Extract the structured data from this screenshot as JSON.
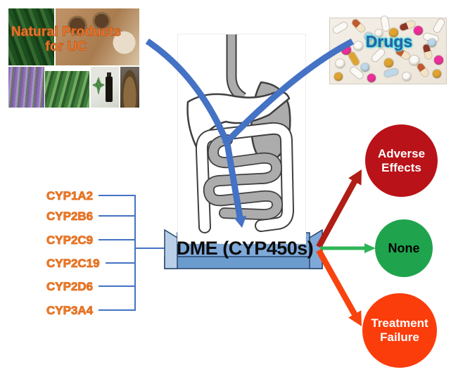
{
  "diagram": {
    "natural_products": {
      "label_line1": "Natural Products",
      "label_line2": "for UC",
      "text_color": "#ED7D31",
      "photos": [
        "cannabis-leaves",
        "turmeric-bowls",
        "lavender",
        "aloe-vera",
        "hemp-oil-bottle",
        "singing-bowls"
      ]
    },
    "drugs": {
      "label": "Drugs",
      "text_color": "#2E5CA6",
      "highlight_color": "#3FD9D9",
      "pill_colors": [
        "#FBF9F5",
        "#EE2D9B",
        "#DFA42F",
        "#BCD8EA",
        "#C05A2E",
        "#8E3526",
        "#EDD2A8",
        "#F3E4C4"
      ]
    },
    "enzymes": [
      "CYP1A2",
      "CYP2B6",
      "CYP2C9",
      "CYP2C19",
      "CYP2D6",
      "CYP3A4"
    ],
    "dme_box": {
      "label": "DME (CYP450s)",
      "fill": "#7FA9D9",
      "bevel_light": "#B9CFE8",
      "bevel_dark": "#6C9CCE",
      "border": "#24436B"
    },
    "outcomes": [
      {
        "label_line1": "Adverse",
        "label_line2": "Effects",
        "color": "#B91218"
      },
      {
        "label_line1": "None",
        "label_line2": "",
        "color": "#1FA44D"
      },
      {
        "label_line1": "Treatment",
        "label_line2": "Failure",
        "color": "#FB3D0C"
      }
    ],
    "arrows": {
      "input_blue": "#4472C4",
      "to_adverse": "#B01E15",
      "to_none": "#2FB457",
      "to_failure": "#F9430E",
      "connector_blue": "#4472C4"
    }
  }
}
